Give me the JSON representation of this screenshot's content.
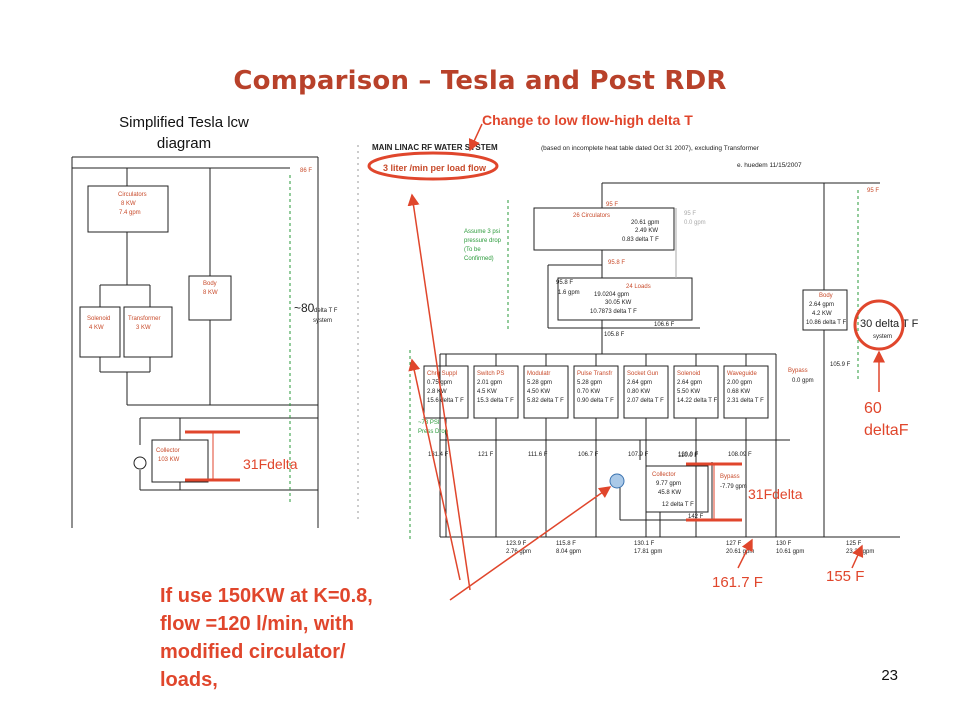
{
  "slide": {
    "title": "Comparison – Tesla and Post RDR",
    "page_number": "23"
  },
  "left": {
    "caption_line1": "Simplified Tesla lcw",
    "caption_line2": "diagram",
    "top_temp": "86 F",
    "circulators": [
      "Circulators",
      "8 KW",
      "7.4 gpm"
    ],
    "body": [
      "Body",
      "8 KW"
    ],
    "solenoid": [
      "Solenoid",
      "4 KW"
    ],
    "transformer": [
      "Transformer",
      "3 KW"
    ],
    "collector": [
      "Collector",
      "103 KW"
    ],
    "delta_tf": "~80",
    "delta_tf_suffix": "delta T F",
    "delta_tf_system": "system",
    "annotation_delta": "31Fdelta"
  },
  "right": {
    "change_caption": "Change to low flow-high delta T",
    "system_title": "MAIN LINAC RF WATER SYSTEM",
    "system_subtitle": "(based on incomplete heat table dated Oct 31 2007), excluding Transformer",
    "author": "e. huedem 11/15/2007",
    "flow_note": "3 liter /min per load flow",
    "top_temp_left": "95 F",
    "top_temp_right": "95 F",
    "ghost_temp": [
      "95 F",
      "0.0 gpm"
    ],
    "assume_note": [
      "Assume 3 psi",
      "pressure drop",
      "(To be",
      "Confirmed)"
    ],
    "circulators_box": [
      "26 Circulators",
      "20.61 gpm",
      "2.49 KW",
      "0.83 delta T F"
    ],
    "loads_box": [
      "24 Loads",
      "19.0204 gpm",
      "30.05 KW",
      "10.7873 delta T F"
    ],
    "body_box": [
      "Body",
      "2.64 gpm",
      "4.2 KW",
      "10.86 delta T F"
    ],
    "temp_95_8_top": "95.8 F",
    "temp_95_8_left": "95.8 F",
    "gpm_1_6": "1.6 gpm",
    "temp_106_6": "106.6 F",
    "temp_105_8": "105.8 F",
    "temp_105_9": "105.9 F",
    "delta_30": "30 delta T F",
    "delta_30_system": "system",
    "psi_note": [
      "~73 PSI",
      "Press Drop"
    ],
    "bypass_top": [
      "Bypass",
      "0.0 gpm"
    ],
    "loads": [
      {
        "name": "Chrg Suppl",
        "l1": "0.75 gpm",
        "l2": "2.8 KW",
        "l3": "15.6 delta T F",
        "out": "131.4 F"
      },
      {
        "name": "Switch PS",
        "l1": "2.01 gpm",
        "l2": "4.5 KW",
        "l3": "15.3 delta T F",
        "out": "121 F"
      },
      {
        "name": "Modulatr",
        "l1": "5.28 gpm",
        "l2": "4.50 KW",
        "l3": "5.82 delta T F",
        "out": "111.6 F"
      },
      {
        "name": "Pulse Transfr",
        "l1": "5.28 gpm",
        "l2": "0.70 KW",
        "l3": "0.90 delta T F",
        "out": "106.7 F"
      },
      {
        "name": "Socket Gun",
        "l1": "2.64 gpm",
        "l2": "0.80 KW",
        "l3": "2.07 delta T F",
        "out": "107.9 F"
      },
      {
        "name": "Solenoid",
        "l1": "2.64 gpm",
        "l2": "5.50 KW",
        "l3": "14.22 delta T F",
        "out": "120.0 F"
      },
      {
        "name": "Waveguide",
        "l1": "2.00 gpm",
        "l2": "0.68 KW",
        "l3": "2.31 delta T F",
        "out": "108.09 F"
      }
    ],
    "collector_box": [
      "Collector",
      "9.77 gpm",
      "45.8 KW",
      "12 delta T F"
    ],
    "temp_110": "110.0 F",
    "bypass_mid": [
      "Bypass",
      "-7.79 gpm"
    ],
    "temp_142": "142 F",
    "bottom": [
      {
        "t": "123.9 F",
        "g": "2.76 gpm"
      },
      {
        "t": "115.8 F",
        "g": "8.04 gpm"
      },
      {
        "t": "130.1 F",
        "g": "17.81 gpm"
      },
      {
        "t": "127 F",
        "g": "20.61 gpm"
      },
      {
        "t": "130 F",
        "g": "10.61 gpm"
      },
      {
        "t": "125 F",
        "g": "23.25 gpm"
      }
    ],
    "annotation_delta": "31Fdelta",
    "annotation_60": "60",
    "annotation_deltaF": "deltaF",
    "temp_161": "161.7 F",
    "temp_155": "155 F"
  },
  "note": {
    "line1": "If use 150KW at K=0.8,",
    "line2": "flow =120 l/min, with",
    "line3": "modified circulator/",
    "line4": "loads,"
  },
  "colors": {
    "title": "#b8412a",
    "annotation_red": "#e0462c",
    "diagram_green": "#2a9a3a",
    "diagram_red_text": "#c84a2a"
  }
}
